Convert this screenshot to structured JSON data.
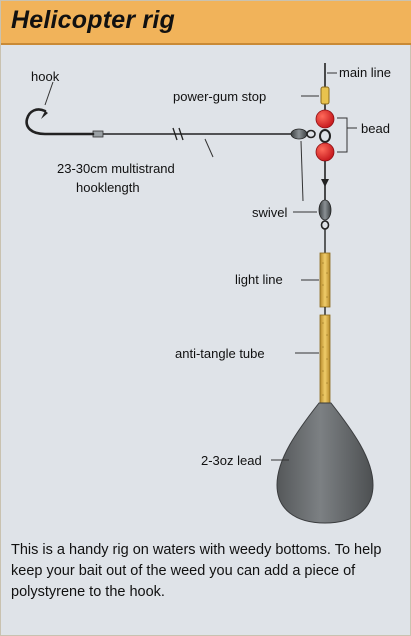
{
  "title": "Helicopter rig",
  "labels": {
    "hook": "hook",
    "main_line": "main line",
    "power_gum_stop": "power-gum stop",
    "bead": "bead",
    "hooklength_line1": "23-30cm multistrand",
    "hooklength_line2": "hooklength",
    "swivel": "swivel",
    "light_line": "light line",
    "anti_tangle_tube": "anti-tangle tube",
    "lead": "2-3oz lead"
  },
  "description": "This is a handy rig on waters with weedy bottoms. To help keep your bait out of the weed you can add a piece of polystyrene to the hook.",
  "colors": {
    "header": "#f1b35a",
    "background": "#dfe3e8",
    "bead": "#e3262a",
    "tube": "#d8b04a",
    "lead": "#6b6e70",
    "stop": "#e8c24e"
  }
}
